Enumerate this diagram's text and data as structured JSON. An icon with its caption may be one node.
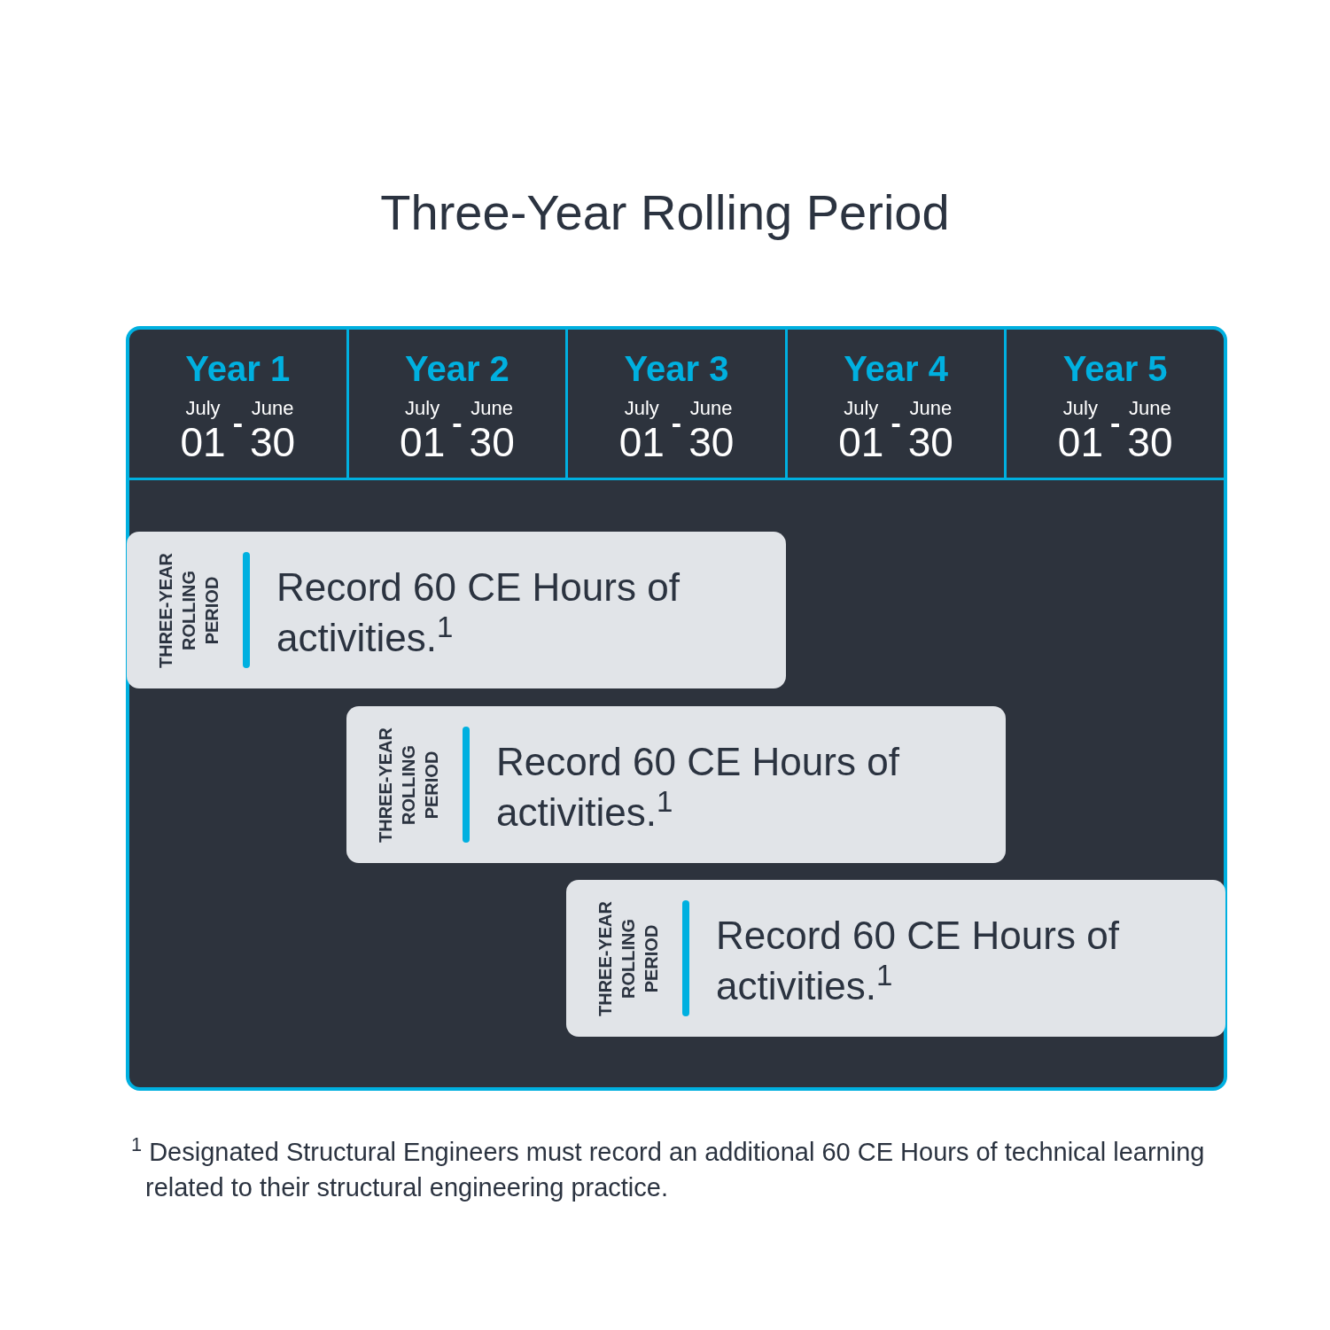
{
  "diagram": {
    "title": "Three-Year Rolling Period",
    "nodes": [
      {
        "text": [],
        "shape": "box"
      },
      {
        "text": [
          "Year 1",
          "July",
          "01",
          "-",
          "June",
          "30"
        ],
        "in": 0
      },
      {
        "text": [
          "Year 2",
          "July",
          "01",
          "-",
          "June",
          "30"
        ],
        "in": 0
      },
      {
        "text": [
          "Year 3",
          "July",
          "01",
          "-",
          "June",
          "30"
        ],
        "in": 0
      },
      {
        "text": [
          "Year 4",
          "July",
          "01",
          "-",
          "June",
          "30"
        ],
        "in": 0
      },
      {
        "text": [
          "Year 5",
          "July",
          "01",
          "-",
          "June",
          "30"
        ],
        "in": 0
      },
      {
        "text": [
          "THREE-YEAR ROLLING PERIOD",
          "Record 60 CE Hours of activities.$^{1}$"
        ],
        "in": 0
      },
      {
        "text": [
          "THREE-YEAR ROLLING PERIOD",
          "Record 60 CE Hours of activities.$^{1}$"
        ],
        "in": 0
      },
      {
        "text": [
          "THREE-YEAR ROLLING PERIOD",
          "Record 60 CE Hours of activities.$^{1}$"
        ],
        "in": 0
      }
    ],
    "caption": "$^{1}$ Designated Structural Engineers must record an additional 60 CE Hours of technical learning related to their structural engineering practice."
  }
}
